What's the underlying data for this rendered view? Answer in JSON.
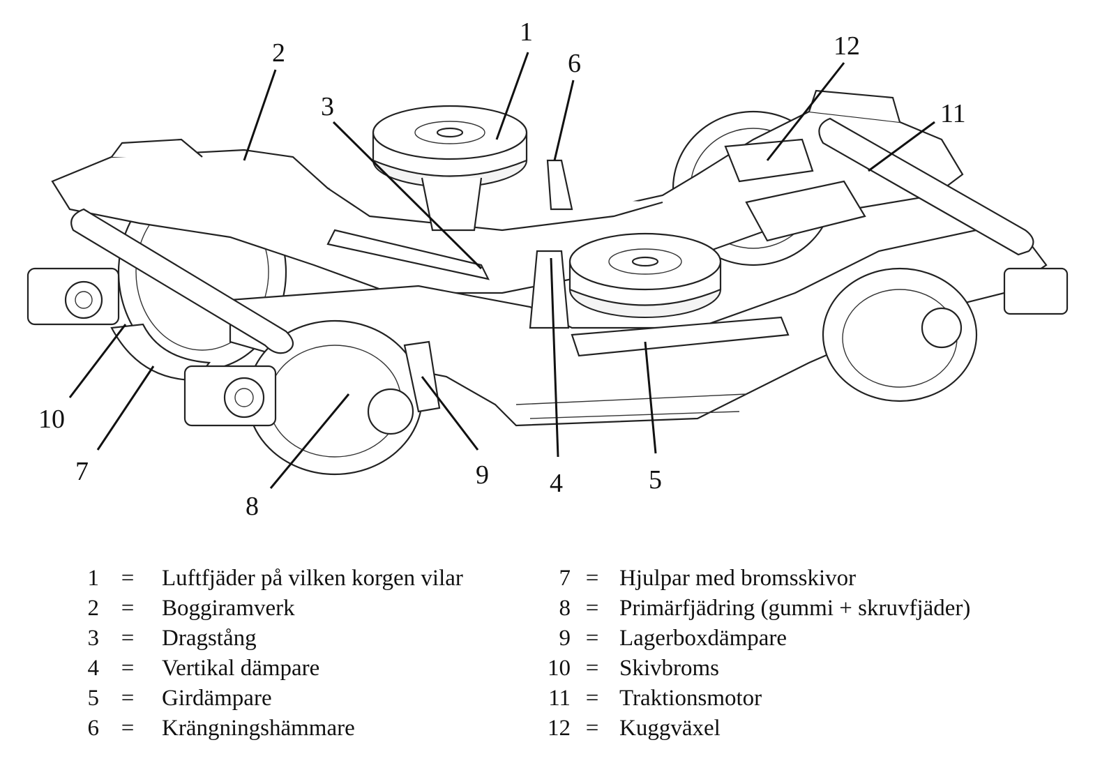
{
  "callouts": [
    {
      "num": "1"
    },
    {
      "num": "2"
    },
    {
      "num": "3"
    },
    {
      "num": "4"
    },
    {
      "num": "5"
    },
    {
      "num": "6"
    },
    {
      "num": "7"
    },
    {
      "num": "8"
    },
    {
      "num": "9"
    },
    {
      "num": "10"
    },
    {
      "num": "11"
    },
    {
      "num": "12"
    }
  ],
  "legend": {
    "left": [
      {
        "num": "1",
        "eq": "=",
        "text": "Luftfjäder på vilken korgen vilar"
      },
      {
        "num": "2",
        "eq": "=",
        "text": "Boggiramverk"
      },
      {
        "num": "3",
        "eq": "=",
        "text": "Dragstång"
      },
      {
        "num": "4",
        "eq": "=",
        "text": "Vertikal dämpare"
      },
      {
        "num": "5",
        "eq": "=",
        "text": "Girdämpare"
      },
      {
        "num": "6",
        "eq": "=",
        "text": "Krängningshämmare"
      }
    ],
    "right": [
      {
        "num": "7",
        "eq": "=",
        "text": "Hjulpar med bromsskivor"
      },
      {
        "num": "8",
        "eq": "=",
        "text": "Primärfjädring (gummi + skruvfjäder)"
      },
      {
        "num": "9",
        "eq": "=",
        "text": "Lagerboxdämpare"
      },
      {
        "num": "10",
        "eq": "=",
        "text": "Skivbroms"
      },
      {
        "num": "11",
        "eq": "=",
        "text": "Traktionsmotor"
      },
      {
        "num": "12",
        "eq": "=",
        "text": "Kuggväxel"
      }
    ]
  }
}
